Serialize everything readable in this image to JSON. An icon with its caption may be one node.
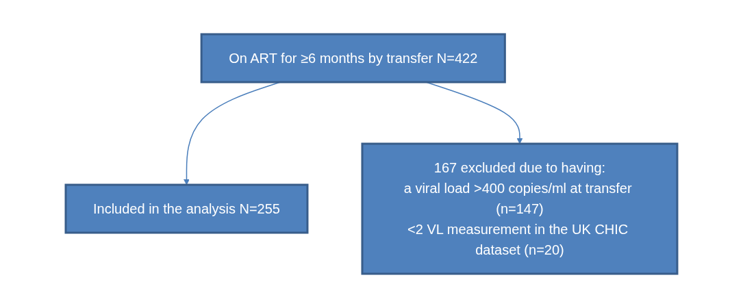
{
  "diagram": {
    "nodes": [
      {
        "text": [
          "On ART for ≥6 months by transfer N=422"
        ]
      },
      {
        "text": [
          "167 excluded due to having:",
          "a viral load >400 copies/ml at transfer (n=147)",
          "<2 VL measurement in the UK CHIC dataset (n=20)"
        ]
      },
      {
        "text": [
          "Included in the analysis N=255"
        ]
      }
    ],
    "edges": [
      {
        "from": 0,
        "to": 2,
        "arrow": "to"
      },
      {
        "from": 0,
        "to": 1,
        "arrow": "to"
      }
    ]
  }
}
